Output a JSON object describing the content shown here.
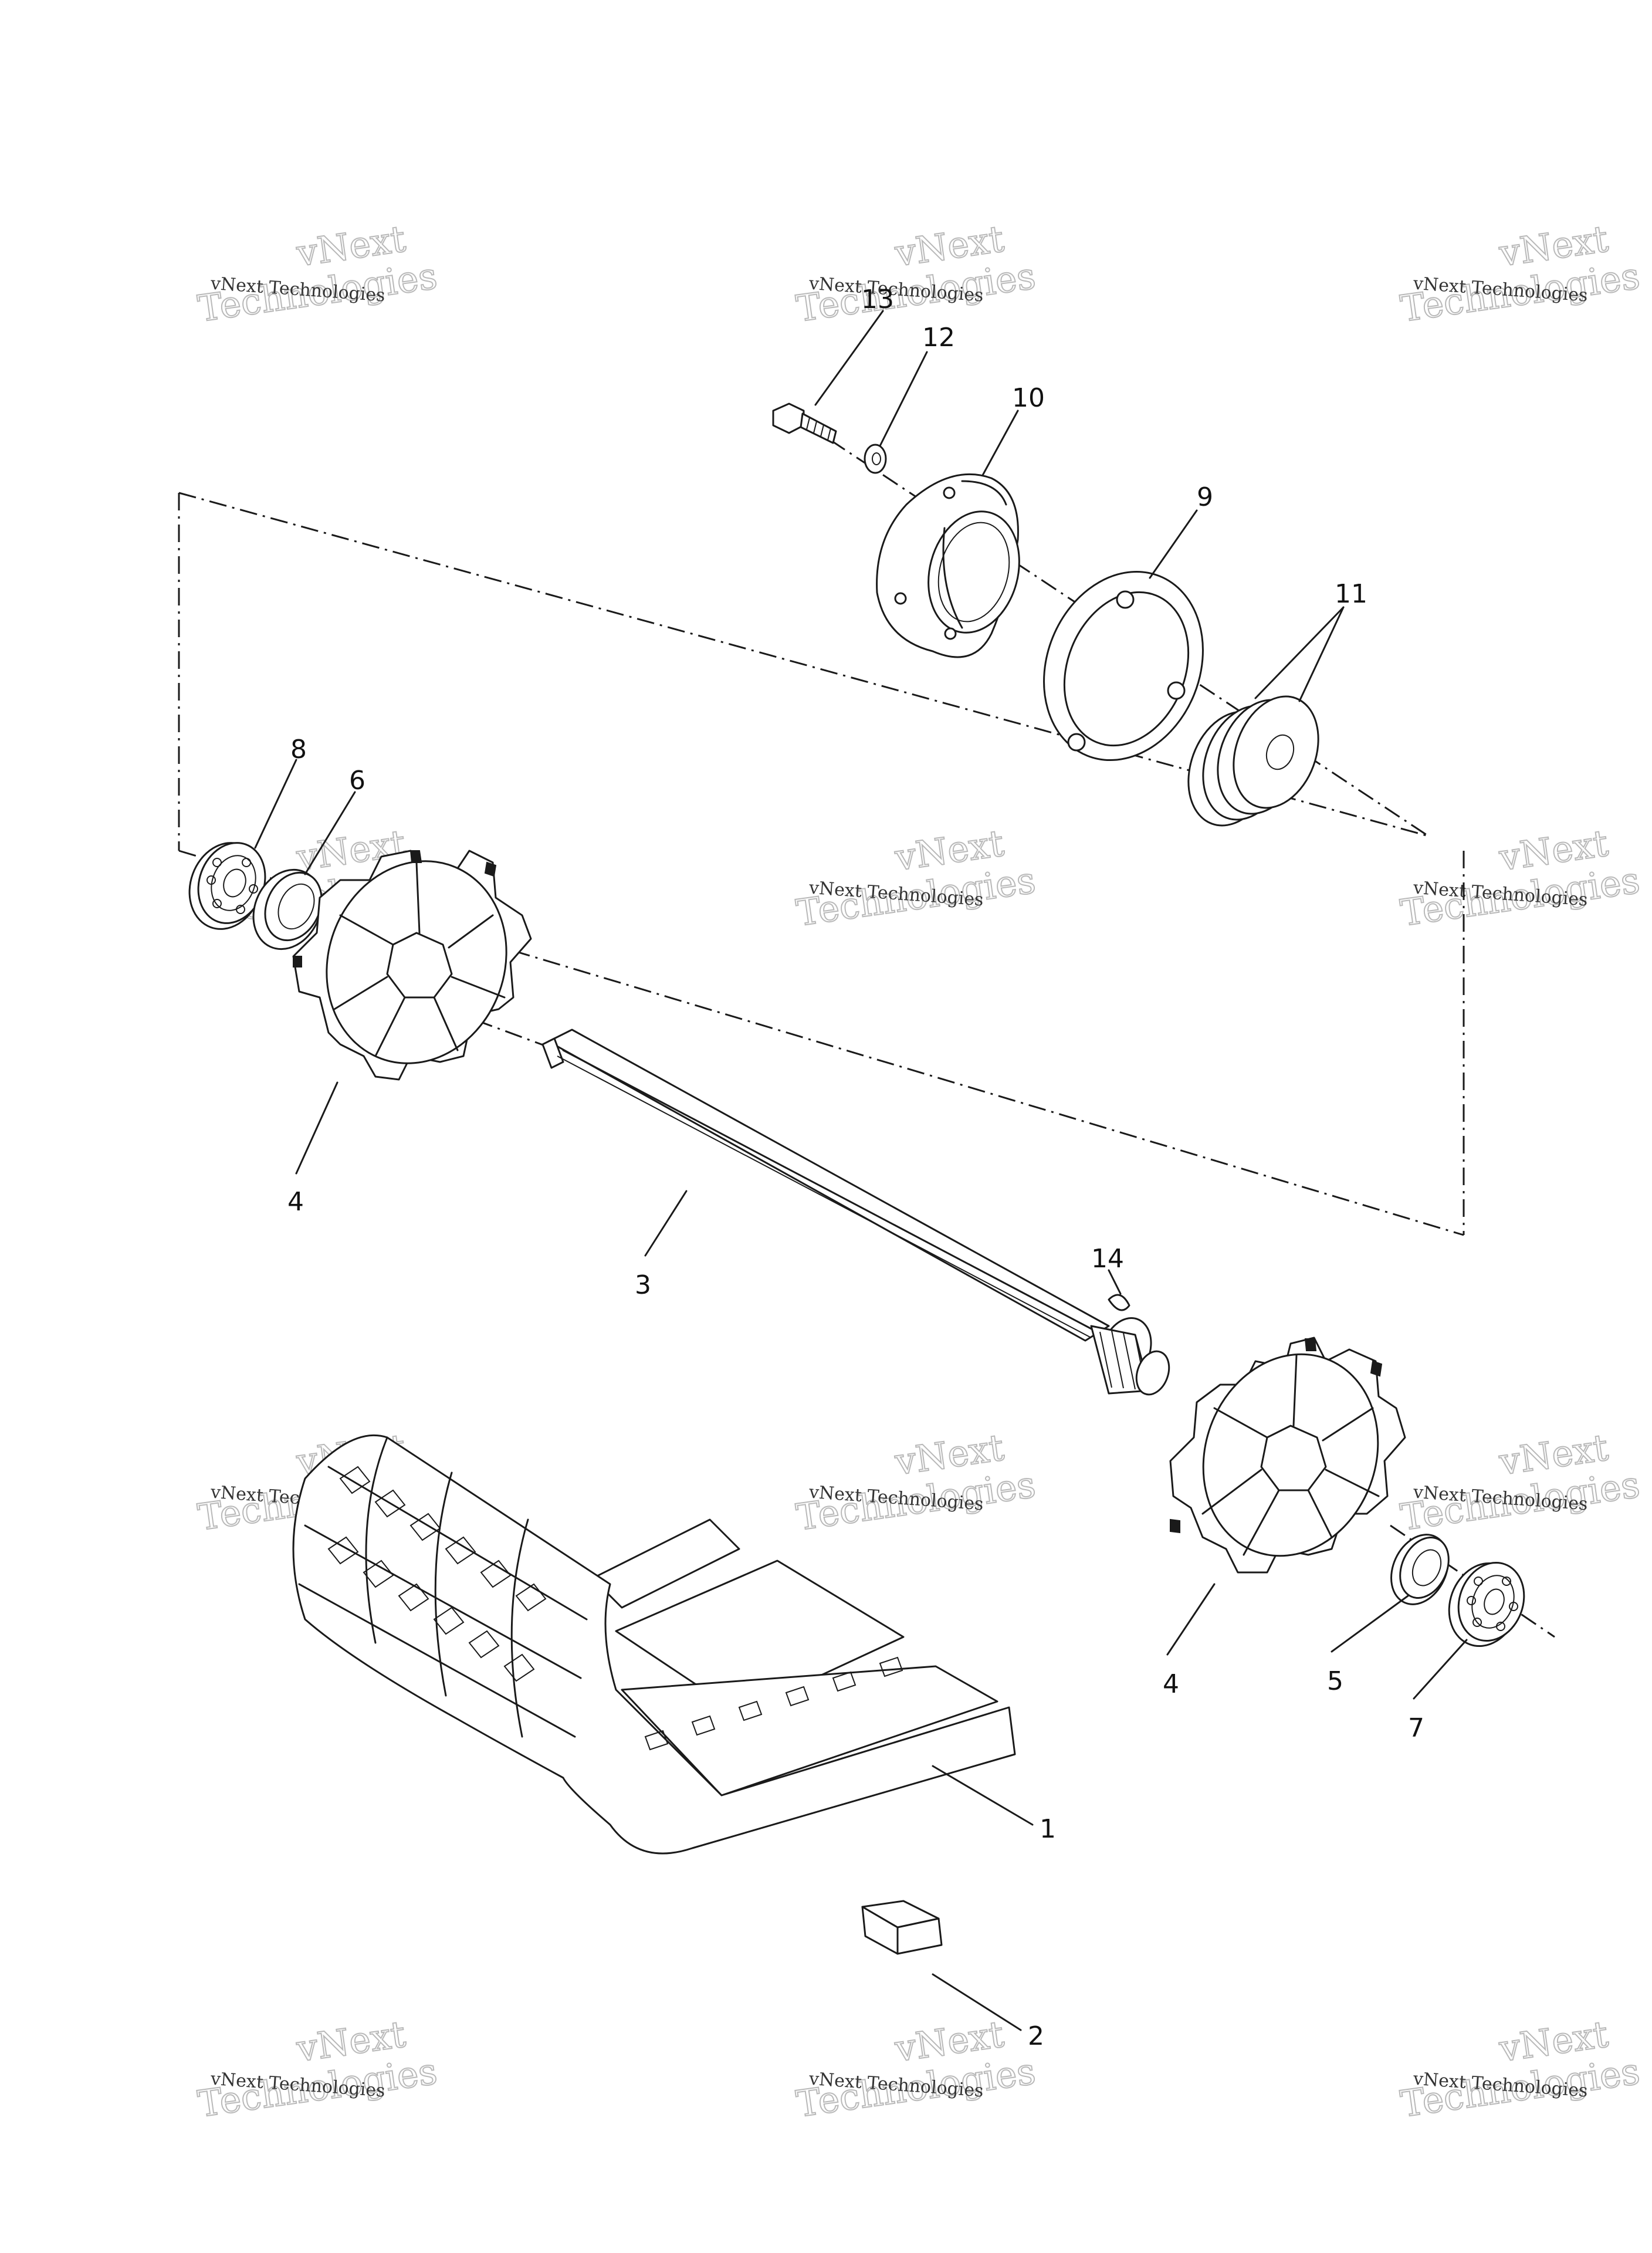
{
  "watermark": {
    "line1": "vNext Technologies",
    "line2": "Technologies",
    "overlay": "vNext"
  },
  "callouts": [
    {
      "id": "1",
      "label": "1"
    },
    {
      "id": "2",
      "label": "2"
    },
    {
      "id": "3",
      "label": "3"
    },
    {
      "id": "4a",
      "label": "4"
    },
    {
      "id": "4b",
      "label": "4"
    },
    {
      "id": "5",
      "label": "5"
    },
    {
      "id": "6",
      "label": "6"
    },
    {
      "id": "7",
      "label": "7"
    },
    {
      "id": "8",
      "label": "8"
    },
    {
      "id": "9",
      "label": "9"
    },
    {
      "id": "10",
      "label": "10"
    },
    {
      "id": "11",
      "label": "11"
    },
    {
      "id": "12",
      "label": "12"
    },
    {
      "id": "13",
      "label": "13"
    },
    {
      "id": "14",
      "label": "14"
    }
  ]
}
